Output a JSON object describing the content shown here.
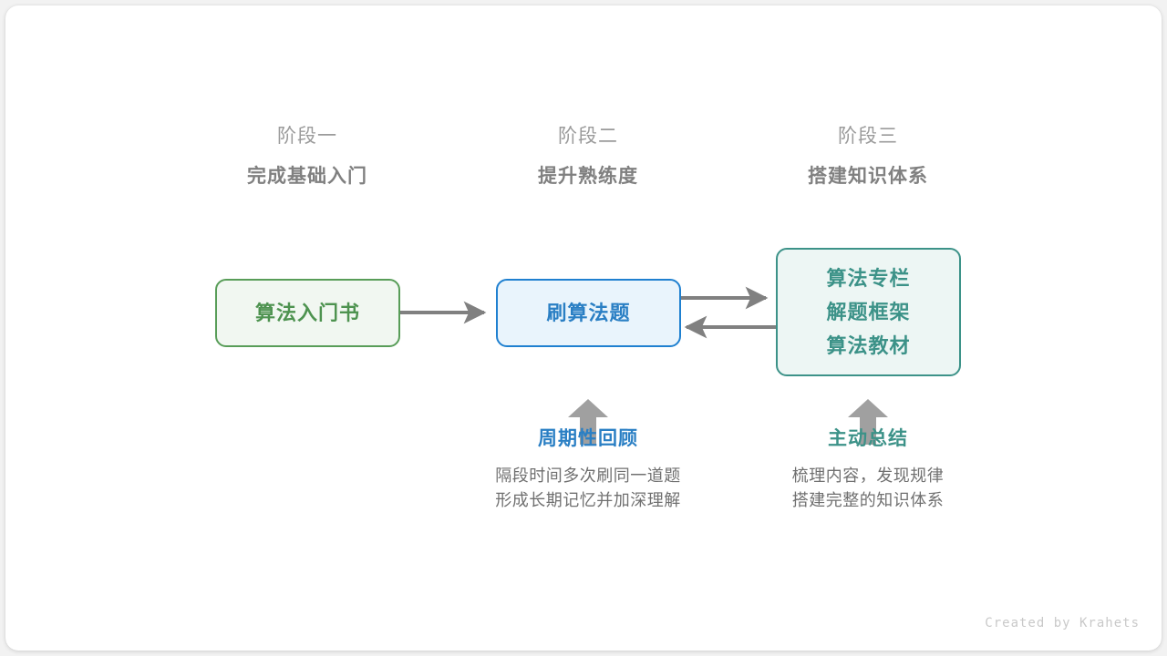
{
  "canvas": {
    "background": "#ffffff",
    "page_background": "#f2f2f2"
  },
  "stages": [
    {
      "phase": "阶段一",
      "title": "完成基础入门"
    },
    {
      "phase": "阶段二",
      "title": "提升熟练度"
    },
    {
      "phase": "阶段三",
      "title": "搭建知识体系"
    }
  ],
  "nodes": [
    {
      "id": "book",
      "lines": [
        "算法入门书"
      ],
      "color": "#4e9350",
      "border": "#589d58",
      "fill": "#f1f7f1"
    },
    {
      "id": "practice",
      "lines": [
        "刷算法题"
      ],
      "color": "#2a7fc4",
      "border": "#1f80d0",
      "fill": "#e9f4fc"
    },
    {
      "id": "resources",
      "lines": [
        "算法专栏",
        "解题框架",
        "算法教材"
      ],
      "color": "#3c9288",
      "border": "#3c9288",
      "fill": "#edf6f4"
    }
  ],
  "arrows": {
    "color": "#808080",
    "book_to_practice": "right",
    "practice_to_resources": "right",
    "resources_to_practice": "left",
    "up_into_practice": "up",
    "up_into_resources": "up"
  },
  "notes": [
    {
      "id": "review",
      "title": "周期性回顾",
      "color": "#2a7fc4",
      "desc_lines": [
        "隔段时间多次刷同一道题",
        "形成长期记忆并加深理解"
      ]
    },
    {
      "id": "summary",
      "title": "主动总结",
      "color": "#3c9288",
      "desc_lines": [
        "梳理内容，发现规律",
        "搭建完整的知识体系"
      ]
    }
  ],
  "credit": "Created by Krahets"
}
